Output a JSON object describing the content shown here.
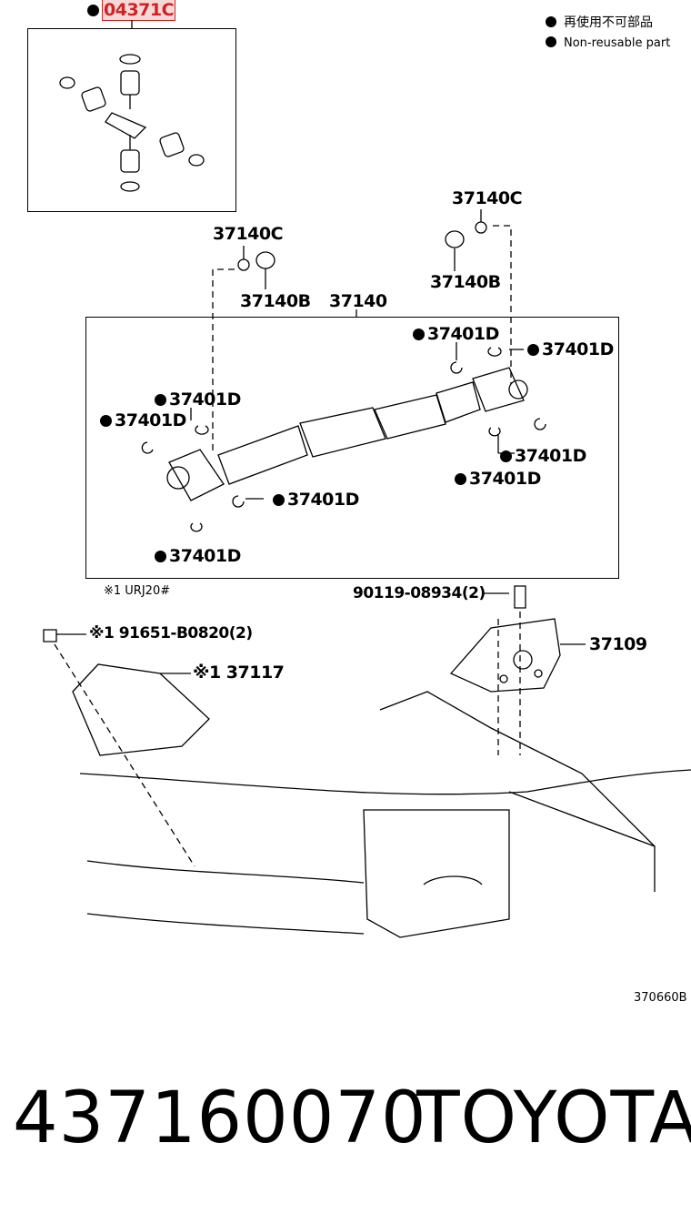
{
  "legend": {
    "jp": "再使用不可部品",
    "en": "Non-reusable part"
  },
  "labels": {
    "top_part": "04371C",
    "c_left": "37140C",
    "b_left": "37140B",
    "shaft": "37140",
    "c_right": "37140C",
    "b_right": "37140B",
    "d1": "37401D",
    "d2": "37401D",
    "d3": "37401D",
    "d4": "37401D",
    "d5": "37401D",
    "d6": "37401D",
    "d7": "37401D",
    "d8": "37401D",
    "note": "※1 URJ20#",
    "bolt_right": "90119-08934(2)",
    "bolt_left": "※1 91651-B0820(2)",
    "bracket_left": "※1 37117",
    "bracket_right": "37109",
    "diagram_code": "370660B"
  },
  "footer": {
    "part_number": "437160070",
    "brand": "TOYOTA"
  },
  "colors": {
    "highlight_border": "#d42020",
    "highlight_fill": "#f4d9d9"
  }
}
